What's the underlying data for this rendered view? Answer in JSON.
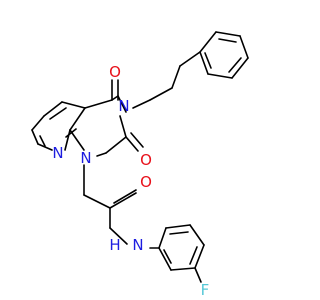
{
  "molecule": {
    "colors": {
      "bond": "#000000",
      "oxygen": "#e8101a",
      "nitrogen": "#1d1de0",
      "fluorine": "#55c8d6",
      "background": "#ffffff"
    },
    "atom_labels": {
      "o_c4": "O",
      "o_c2": "O",
      "o_amide": "O",
      "n3": "N",
      "n1": "N",
      "n8": "N",
      "nh_amide": "H",
      "nh_amide_n": "N",
      "f": "F"
    }
  }
}
